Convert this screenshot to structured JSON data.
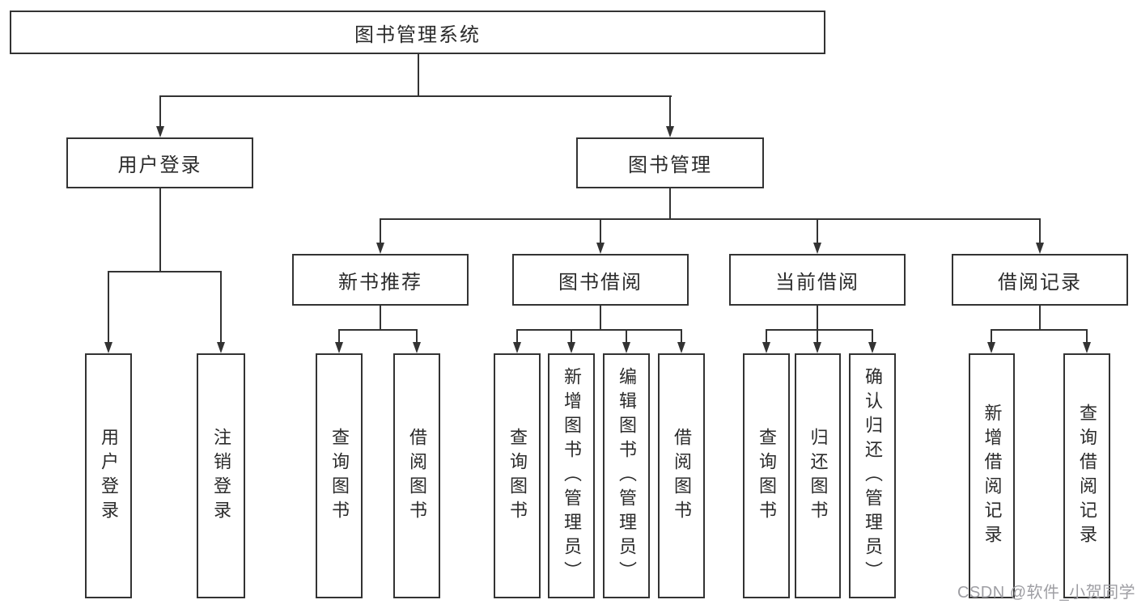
{
  "colors": {
    "line": "#333333",
    "box_border": "#333333",
    "text": "#2b2b2b",
    "watermark": "#9e9ea3",
    "background": "#ffffff"
  },
  "watermark": {
    "text": "CSDN @软件_小贺同学"
  },
  "tree": {
    "root": {
      "label": "图书管理系统"
    },
    "branches": [
      {
        "label": "用户登录",
        "children": [
          {
            "label": "用户登录"
          },
          {
            "label": "注销登录"
          }
        ]
      },
      {
        "label": "图书管理",
        "children": [
          {
            "label": "新书推荐",
            "children": [
              {
                "label": "查询图书"
              },
              {
                "label": "借阅图书"
              }
            ]
          },
          {
            "label": "图书借阅",
            "children": [
              {
                "label": "查询图书"
              },
              {
                "label": "新增图书（管理员）"
              },
              {
                "label": "编辑图书（管理员）"
              },
              {
                "label": "借阅图书"
              }
            ]
          },
          {
            "label": "当前借阅",
            "children": [
              {
                "label": "查询图书"
              },
              {
                "label": "归还图书"
              },
              {
                "label": "确认归还（管理员）"
              }
            ]
          },
          {
            "label": "借阅记录",
            "children": [
              {
                "label": "新增借阅记录"
              },
              {
                "label": "查询借阅记录"
              }
            ]
          }
        ]
      }
    ]
  }
}
